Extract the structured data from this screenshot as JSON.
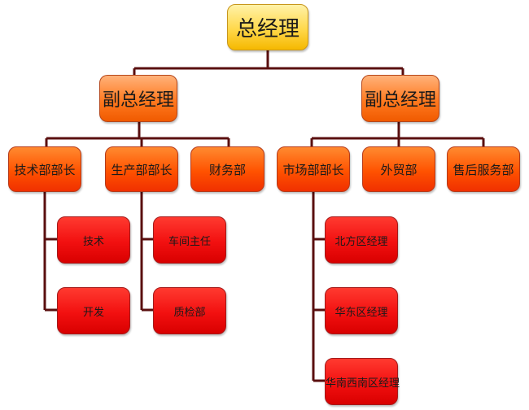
{
  "diagram": {
    "type": "org-chart",
    "root": "总经理",
    "nodes": {
      "ceo": "总经理",
      "vp_left": "副总经理",
      "vp_right": "副总经理",
      "tech_head": "技术部部长",
      "prod_head": "生产部部长",
      "finance": "财务部",
      "market_head": "市场部部长",
      "foreign_trade": "外贸部",
      "after_sales": "售后服务部",
      "tech": "技术",
      "dev": "开发",
      "workshop": "车间主任",
      "qc": "质检部",
      "north": "北方区经理",
      "east": "华东区经理",
      "southwest": "华南西南区经理"
    },
    "edges": [
      [
        "ceo",
        "vp_left"
      ],
      [
        "ceo",
        "vp_right"
      ],
      [
        "vp_left",
        "tech_head"
      ],
      [
        "vp_left",
        "prod_head"
      ],
      [
        "vp_left",
        "finance"
      ],
      [
        "vp_right",
        "market_head"
      ],
      [
        "vp_right",
        "foreign_trade"
      ],
      [
        "vp_right",
        "after_sales"
      ],
      [
        "tech_head",
        "tech"
      ],
      [
        "tech_head",
        "dev"
      ],
      [
        "prod_head",
        "workshop"
      ],
      [
        "prod_head",
        "qc"
      ],
      [
        "market_head",
        "north"
      ],
      [
        "market_head",
        "east"
      ],
      [
        "market_head",
        "southwest"
      ]
    ],
    "colors": {
      "level0": "#ffd84a",
      "level1": "#ff7a20",
      "level2": "#ff5200",
      "level3": "#f21010",
      "connector": "#5a0f0f"
    }
  }
}
